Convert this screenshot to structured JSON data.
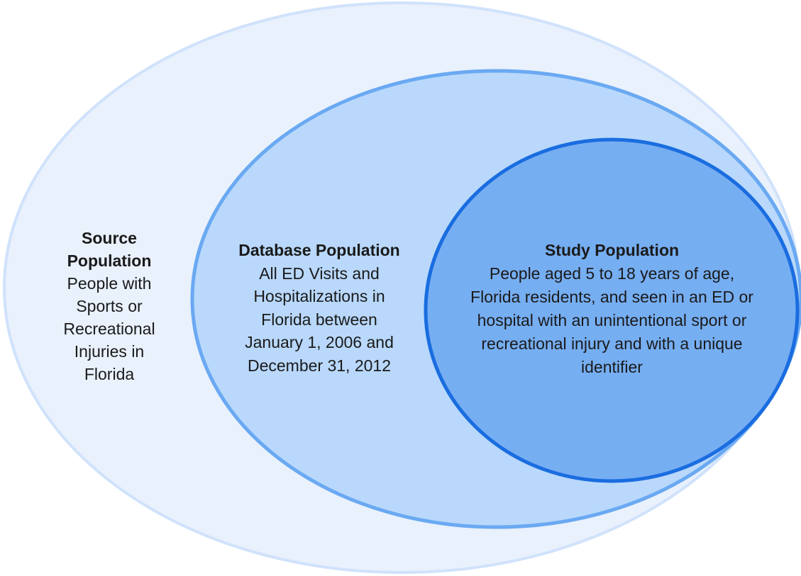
{
  "colors": {
    "outer_fill": "#e9f1fd",
    "outer_stroke": "#d0e2fb",
    "middle_fill": "#b9d8fb",
    "middle_stroke": "#6aa9f2",
    "inner_fill": "#76aef2",
    "inner_stroke": "#1a6de0"
  },
  "source": {
    "title_lines": [
      "Source",
      "Population"
    ],
    "body_lines": [
      "People with",
      "Sports or",
      "Recreational",
      "Injuries in",
      "Florida"
    ]
  },
  "database": {
    "title": "Database Population",
    "body_lines": [
      "All ED Visits and",
      "Hospitalizations in",
      "Florida between",
      "January 1, 2006 and",
      "December 31, 2012"
    ]
  },
  "study": {
    "title": "Study Population",
    "body_lines": [
      "People aged 5 to 18 years of age,",
      "Florida residents, and seen in an ED or",
      "hospital with an unintentional sport or",
      "recreational injury and with a unique",
      "identifier"
    ]
  }
}
